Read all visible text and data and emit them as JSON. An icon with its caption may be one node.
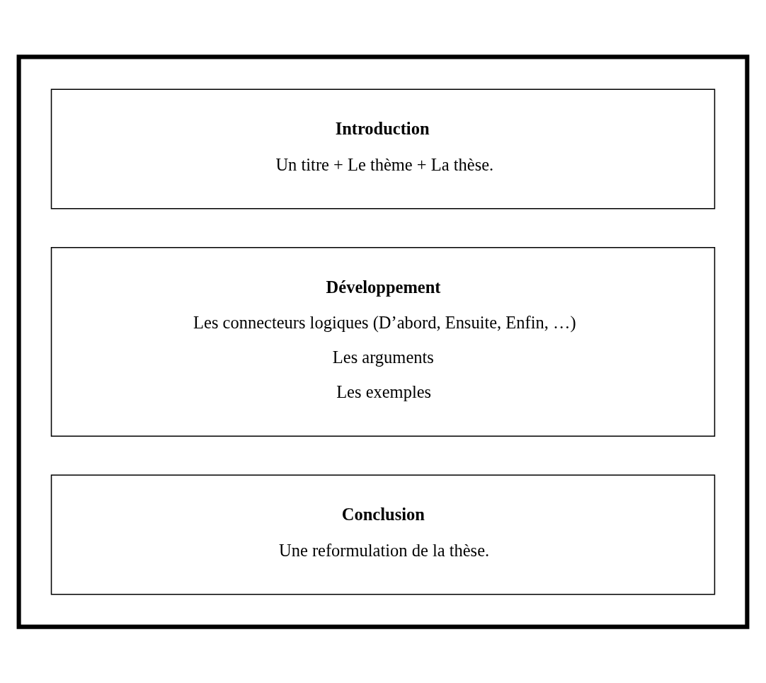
{
  "diagram": {
    "nodes": [
      {
        "text": [],
        "shape": "box"
      },
      {
        "text": [
          "Introduction",
          "Un titre + Le thème + La thèse."
        ],
        "in": 0
      },
      {
        "text": [
          "Développement",
          "Les connecteurs logiques (D’abord, Ensuite, Enfin, …)",
          "Les arguments",
          "Les exemples"
        ],
        "in": 0
      },
      {
        "text": [
          "Conclusion",
          "Une reformulation de la thèse."
        ],
        "in": 0
      }
    ]
  }
}
